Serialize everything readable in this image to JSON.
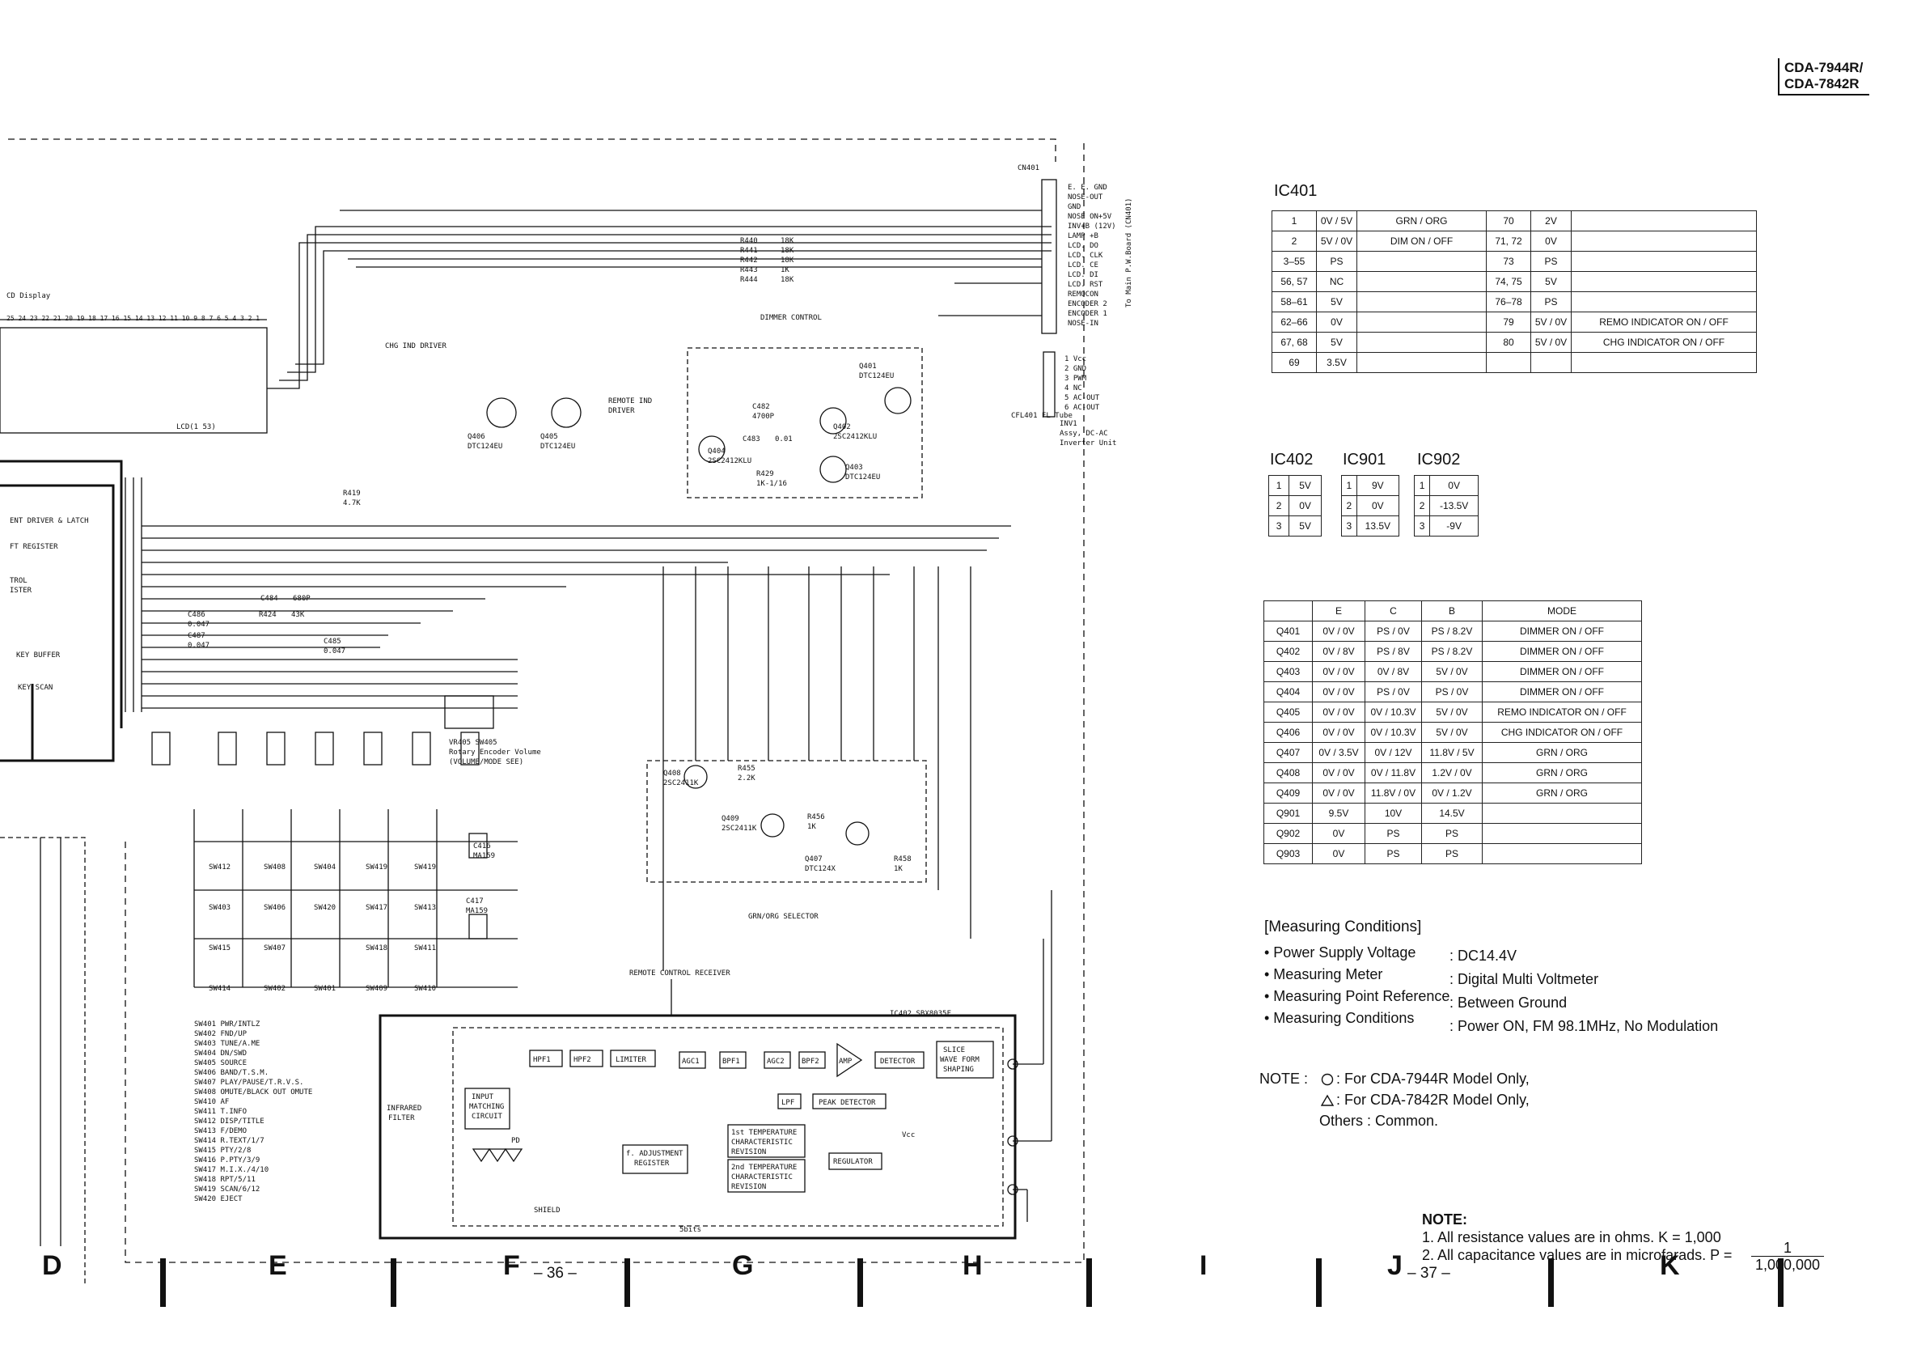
{
  "model": [
    "CDA-7944R/",
    "CDA-7842R"
  ],
  "ic401": {
    "title": "IC401",
    "rows": [
      [
        "1",
        "0V / 5V",
        "GRN / ORG",
        "70",
        "2V",
        ""
      ],
      [
        "2",
        "5V / 0V",
        "DIM ON / OFF",
        "71, 72",
        "0V",
        ""
      ],
      [
        "3–55",
        "PS",
        "",
        "73",
        "PS",
        ""
      ],
      [
        "56, 57",
        "NC",
        "",
        "74, 75",
        "5V",
        ""
      ],
      [
        "58–61",
        "5V",
        "",
        "76–78",
        "PS",
        ""
      ],
      [
        "62–66",
        "0V",
        "",
        "79",
        "5V / 0V",
        "REMO INDICATOR ON / OFF"
      ],
      [
        "67, 68",
        "5V",
        "",
        "80",
        "5V / 0V",
        "CHG INDICATOR ON / OFF"
      ],
      [
        "69",
        "3.5V",
        "",
        "",
        "",
        ""
      ]
    ]
  },
  "small_tables": [
    {
      "title": "IC402",
      "rows": [
        [
          "1",
          "5V"
        ],
        [
          "2",
          "0V"
        ],
        [
          "3",
          "5V"
        ]
      ]
    },
    {
      "title": "IC901",
      "rows": [
        [
          "1",
          "9V"
        ],
        [
          "2",
          "0V"
        ],
        [
          "3",
          "13.5V"
        ]
      ]
    },
    {
      "title": "IC902",
      "rows": [
        [
          "1",
          "0V"
        ],
        [
          "2",
          "-13.5V"
        ],
        [
          "3",
          "-9V"
        ]
      ]
    }
  ],
  "transistors": {
    "headers": [
      "",
      "E",
      "C",
      "B",
      "MODE"
    ],
    "rows": [
      [
        "Q401",
        "0V / 0V",
        "PS / 0V",
        "PS / 8.2V",
        "DIMMER ON / OFF"
      ],
      [
        "Q402",
        "0V / 8V",
        "PS / 8V",
        "PS / 8.2V",
        "DIMMER ON / OFF"
      ],
      [
        "Q403",
        "0V / 0V",
        "0V / 8V",
        "5V / 0V",
        "DIMMER ON / OFF"
      ],
      [
        "Q404",
        "0V / 0V",
        "PS / 0V",
        "PS / 0V",
        "DIMMER ON / OFF"
      ],
      [
        "Q405",
        "0V / 0V",
        "0V / 10.3V",
        "5V / 0V",
        "REMO INDICATOR ON / OFF"
      ],
      [
        "Q406",
        "0V / 0V",
        "0V / 10.3V",
        "5V / 0V",
        "CHG INDICATOR ON / OFF"
      ],
      [
        "Q407",
        "0V / 3.5V",
        "0V / 12V",
        "11.8V / 5V",
        "GRN / ORG"
      ],
      [
        "Q408",
        "0V / 0V",
        "0V / 11.8V",
        "1.2V / 0V",
        "GRN / ORG"
      ],
      [
        "Q409",
        "0V / 0V",
        "11.8V / 0V",
        "0V / 1.2V",
        "GRN / ORG"
      ],
      [
        "Q901",
        "9.5V",
        "10V",
        "14.5V",
        ""
      ],
      [
        "Q902",
        "0V",
        "PS",
        "PS",
        ""
      ],
      [
        "Q903",
        "0V",
        "PS",
        "PS",
        ""
      ]
    ]
  },
  "measuring": {
    "title": "[Measuring Conditions]",
    "items": [
      [
        "• Power Supply Voltage",
        ": DC14.4V"
      ],
      [
        "• Measuring Meter",
        ": Digital Multi Voltmeter"
      ],
      [
        "• Measuring Point Reference",
        ": Between Ground"
      ],
      [
        "• Measuring Conditions",
        ": Power ON, FM  98.1MHz, No Modulation"
      ]
    ]
  },
  "note1": {
    "label": "NOTE  :",
    "lines": [
      ": For CDA-7944R Model Only,",
      ": For CDA-7842R Model Only,",
      "Others : Common."
    ]
  },
  "note2": {
    "title": "NOTE:",
    "line1": "1.  All resistance values are in ohms.  K = 1,000",
    "line2": "2.  All capacitance values are in microfarads.  P =",
    "num": "1",
    "den": "1,000,000"
  },
  "columns": [
    "D",
    "E",
    "F",
    "G",
    "H",
    "I",
    "J",
    "K"
  ],
  "page_numbers": [
    "– 36 –",
    "– 37 –"
  ],
  "schematic": {
    "connector_pins": [
      "E. E. GND",
      "NOSE-OUT",
      "GND",
      "NOSE ON+5V",
      "INV+B (12V)",
      "LAMP +B",
      "LCD. DO",
      "LCD. CLK",
      "LCD. CE",
      "LCD. DI",
      "LCD. RST",
      "REMOCON",
      "ENCODER 2",
      "ENCODER 1",
      "NOSE-IN"
    ],
    "connector_name": "CN401",
    "main_board": "To Main P.W.Board (CN401)",
    "inverter_pins": [
      "1 Vcc",
      "2 GND",
      "3 PWM",
      "4 NC",
      "5 AC-OUT",
      "6 AC-OUT"
    ],
    "inverter_label": [
      "INV1",
      "Assy, DC-AC",
      "Inverter Unit"
    ],
    "fl_tube": "CFL401 FL Tube",
    "resistors": [
      [
        "R440",
        "18K"
      ],
      [
        "R441",
        "18K"
      ],
      [
        "R442",
        "18K"
      ],
      [
        "R443",
        "1K"
      ],
      [
        "R444",
        "18K"
      ]
    ],
    "dimmer_label": "DIMMER CONTROL",
    "chg_label": "CHG IND DRIVER",
    "remote_ind_label": [
      "REMOTE IND",
      "DRIVER"
    ],
    "lcd_display": "CD Display",
    "lcd_ref": "LCD(1 53)",
    "lcd_pins": "25 24 23 22 21 20 19 18 17 16 15 14 13 12 11 10 9 8 7 6 5 4 3 2 1",
    "seg_driver": "ENT DRIVER & LATCH",
    "ft_register": "FT REGISTER",
    "control_reg": [
      "TROL",
      "ISTER"
    ],
    "key_buffer": "KEY BUFFER",
    "key_scan": "KEY SCAN",
    "encoder_label": [
      "VR405 SW405",
      "Rotary Encoder Volume",
      "(VOLUME/MODE SEE)"
    ],
    "grn_org": "GRN/ORG SELECTOR",
    "remote_receiver": "REMOTE CONTROL RECEIVER",
    "ic402_label": "IC402 SBX8035F",
    "receiver_blocks": [
      "HPF1",
      "HPF2",
      "LIMITER",
      "AGC1",
      "BPF1",
      "AGC2",
      "BPF2",
      "AMP",
      "DETECTOR"
    ],
    "slice_block": [
      "SLICE",
      "WAVE FORM",
      "SHAPING"
    ],
    "lpf": "LPF",
    "peak": "PEAK DETECTOR",
    "input_match": [
      "INPUT",
      "MATCHING",
      "CIRCUIT"
    ],
    "infrared": [
      "INFRARED",
      "FILTER"
    ],
    "f_adjust": [
      "f. ADJUSTMENT",
      "REGISTER"
    ],
    "temp1": [
      "1st TEMPERATURE",
      "CHARACTERISTIC",
      "REVISION"
    ],
    "temp2": [
      "2nd TEMPERATURE",
      "CHARACTERISTIC",
      "REVISION"
    ],
    "regulator": "REGULATOR",
    "vcc": "Vcc",
    "pd": "PD",
    "shield": "SHIELD",
    "bits": "5bits",
    "switch_labels": [
      "SW412",
      "SW408",
      "SW404",
      "SW419",
      "SW419",
      "SW403",
      "SW406",
      "SW420",
      "SW417",
      "SW413",
      "SW415",
      "SW407",
      "SW418",
      "SW411",
      "SW414",
      "SW402",
      "SW401",
      "SW409",
      "SW410"
    ],
    "diodes": [
      [
        "C416",
        "MA159"
      ],
      [
        "C417",
        "MA159"
      ]
    ],
    "switch_list": [
      "SW401 PWR/INTLZ",
      "SW402 FND/UP",
      "SW403 TUNE/A.ME",
      "SW404 DN/SWD",
      "SW405 SOURCE",
      "SW406 BAND/T.S.M.",
      "SW407 PLAY/PAUSE/T.R.V.S.",
      "SW408 OMUTE/BLACK OUT OMUTE",
      "SW410 AF",
      "SW411 T.INFO",
      "SW412 DISP/TITLE",
      "SW413 F/DEMO",
      "SW414 R.TEXT/1/7",
      "SW415 PTY/2/8",
      "SW416 P.PTY/3/9",
      "SW417 M.I.X./4/10",
      "SW418 RPT/5/11",
      "SW419 SCAN/6/12",
      "SW420 EJECT"
    ],
    "transistor_labels": [
      [
        "Q406",
        "DTC124EU"
      ],
      [
        "Q405",
        "DTC124EU"
      ],
      [
        "Q401",
        "DTC124EU"
      ],
      [
        "Q402",
        "2SC2412KLU"
      ],
      [
        "Q404",
        "2SC2412KLU"
      ],
      [
        "Q403",
        "DTC124EU"
      ],
      [
        "Q408",
        "2SC2411K"
      ],
      [
        "Q409",
        "2SC2411K"
      ],
      [
        "Q407",
        "DTC124X"
      ]
    ],
    "res_misc": [
      [
        "R419",
        "4.7K"
      ],
      [
        "R424",
        "43K"
      ],
      [
        "R455",
        "2.2K"
      ],
      [
        "R456",
        "1K"
      ],
      [
        "R458",
        "1K"
      ],
      [
        "R429",
        "1K-1/16"
      ]
    ],
    "caps": [
      [
        "C484",
        "680P"
      ],
      [
        "C485",
        "0.047"
      ],
      [
        "C486",
        "0.047"
      ],
      [
        "C487",
        "0.047"
      ],
      [
        "C482",
        "4700P"
      ],
      [
        "C483",
        "0.01"
      ]
    ]
  }
}
